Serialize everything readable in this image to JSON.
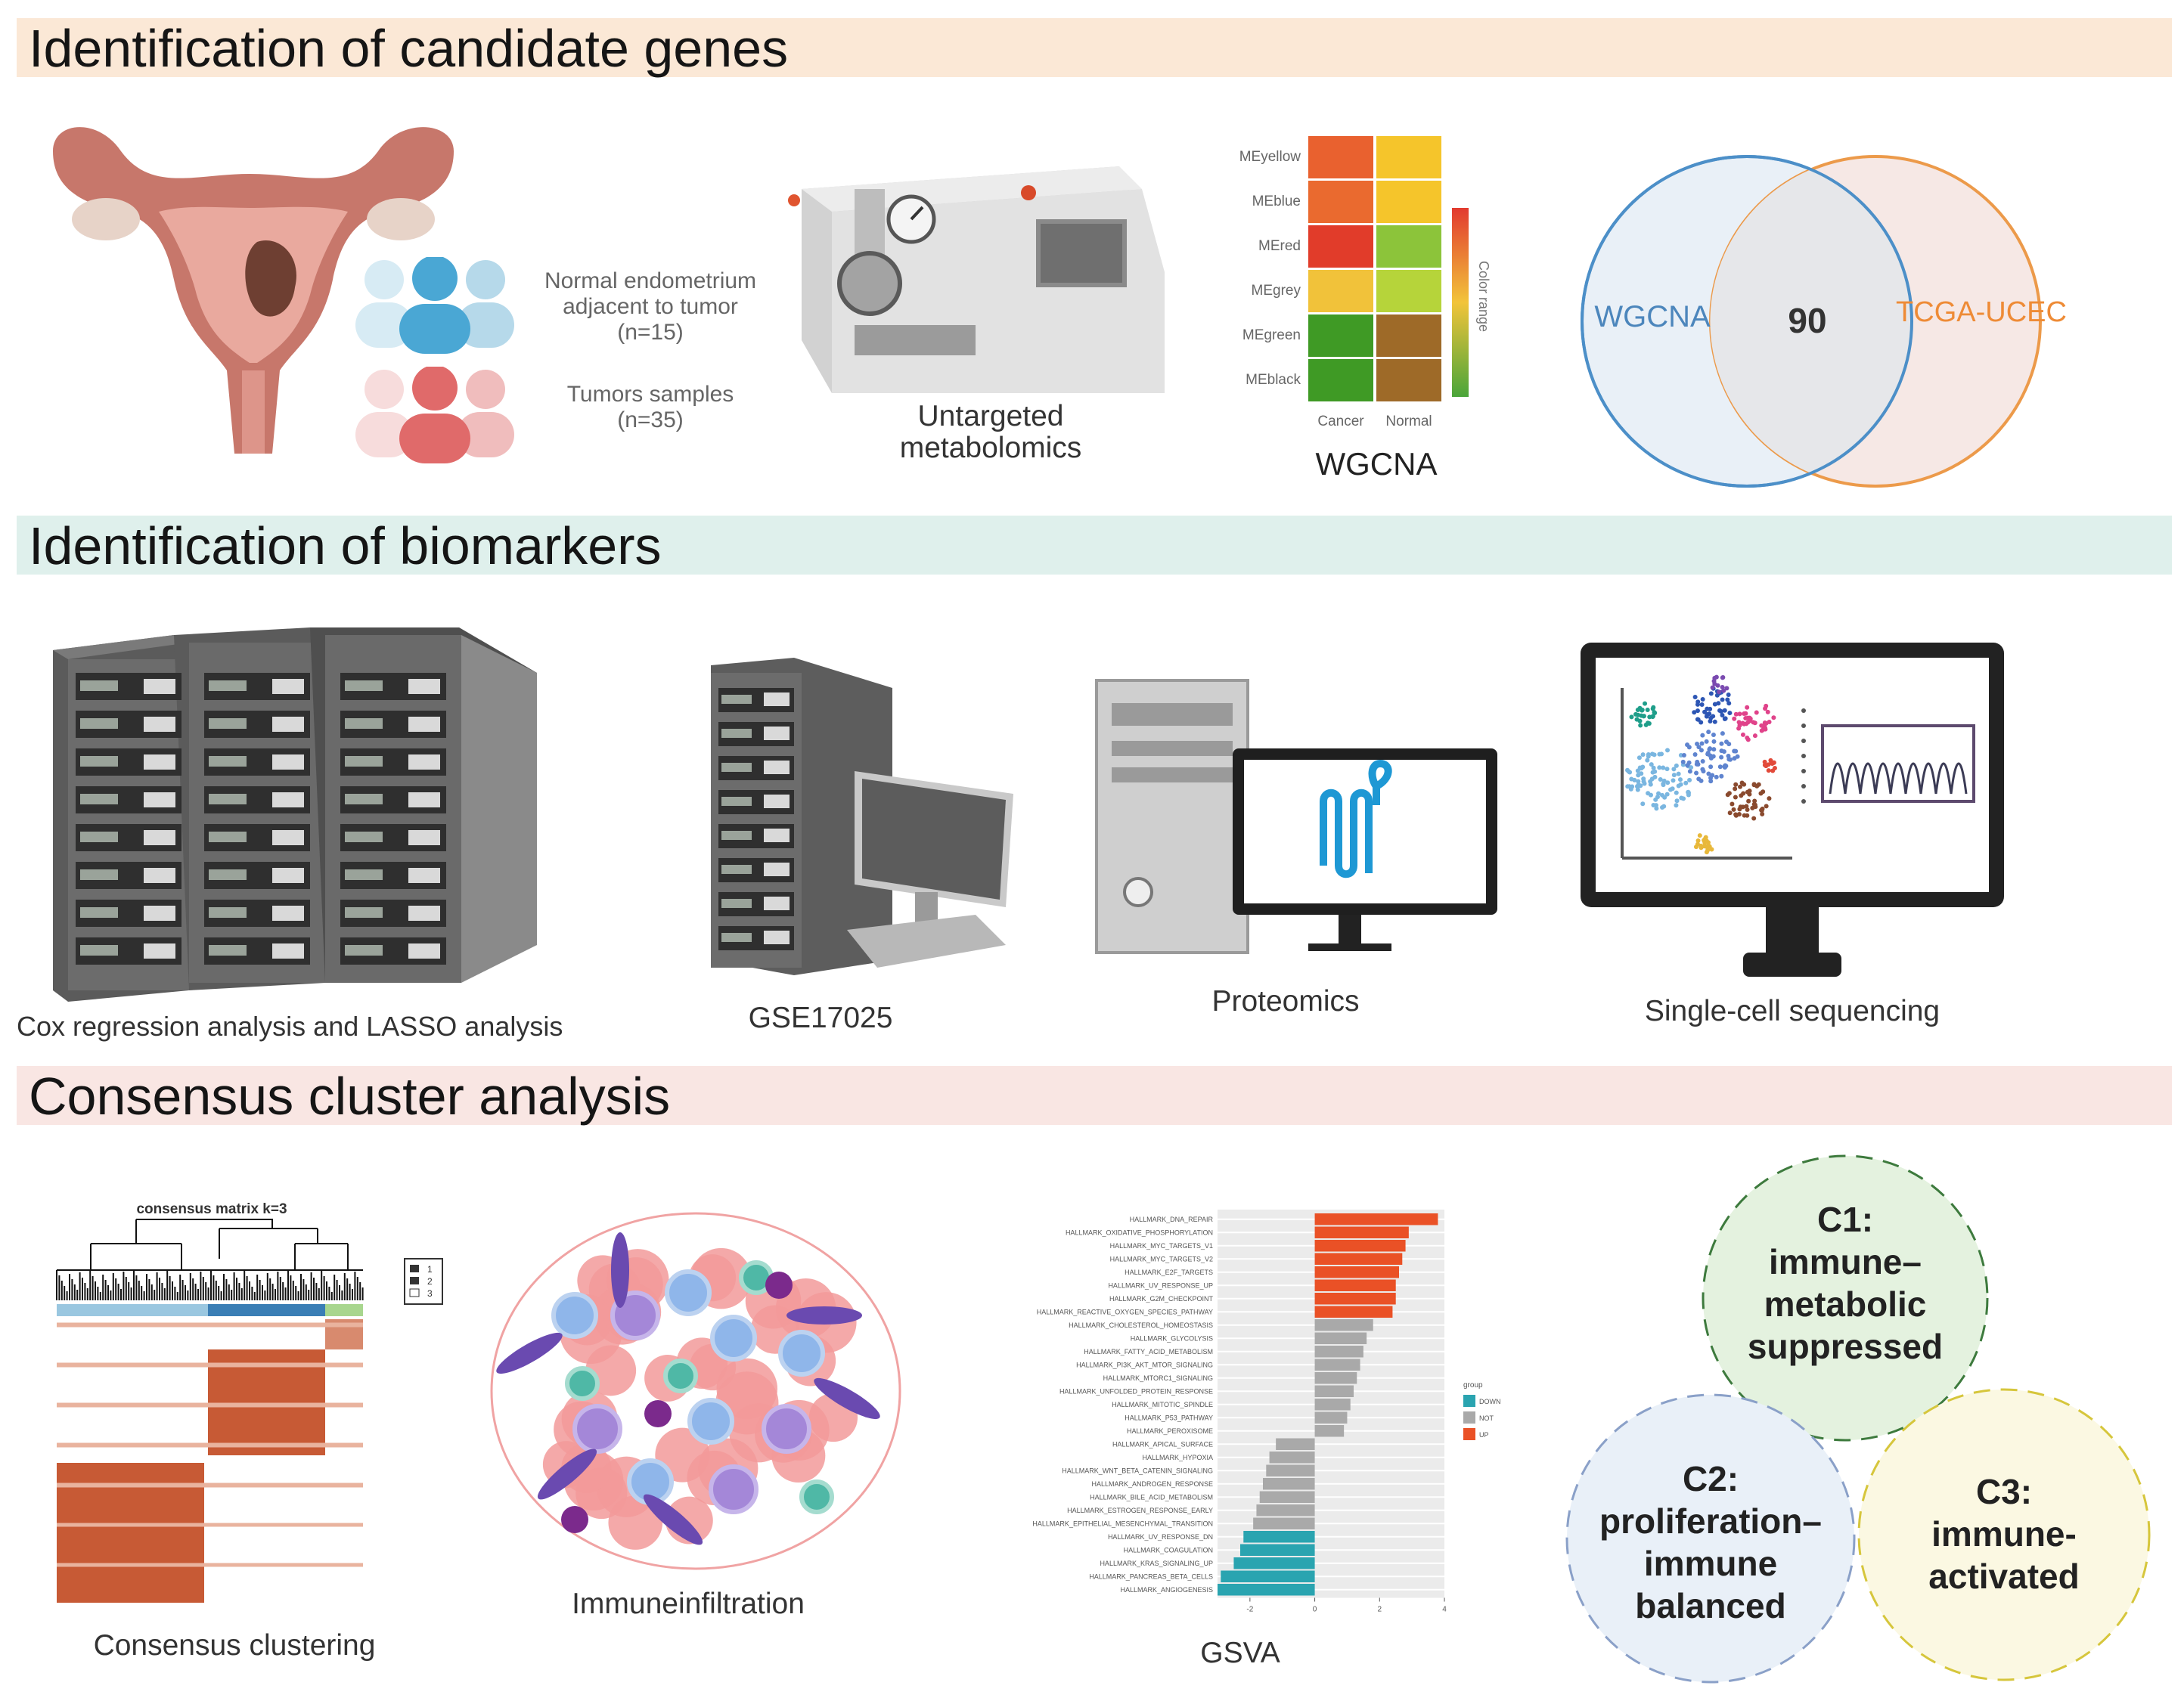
{
  "sections": [
    {
      "title": "Identification of candidate genes",
      "color": "#fbe8d6"
    },
    {
      "title": "Identification of biomarkers",
      "color": "#dff0ec"
    },
    {
      "title": "Consensus cluster analysis",
      "color": "#f9e6e3"
    }
  ],
  "candidate": {
    "normal_label": [
      "Normal endometrium",
      "adjacent to tumor",
      "(n=15)"
    ],
    "tumor_label": [
      "Tumors samples",
      "(n=35)"
    ],
    "metabolomics_label": [
      "Untargeted",
      "metabolomics"
    ],
    "wgcna_caption": "WGCNA",
    "wgcna_modules": [
      "MEyellow",
      "MEblue",
      "MEred",
      "MEgrey",
      "MEgreen",
      "MEblack"
    ],
    "wgcna_columns": [
      "Cancer",
      "Normal"
    ],
    "wgcna_scale_label": "Color range",
    "venn": {
      "left": "WGCNA",
      "right": "TCGA-UCEC",
      "overlap": "90"
    }
  },
  "biomarkers": {
    "cox_label": "Cox regression analysis and LASSO analysis",
    "geo_label": "GSE17025",
    "proteomics_label": "Proteomics",
    "singlecell_label": "Single-cell sequencing"
  },
  "consensus": {
    "clustering_label": "Consensus clustering",
    "matrix_title": "consensus matrix k=3",
    "legend_items": [
      "1",
      "2",
      "3"
    ],
    "immune_label": "Immuneinfiltration",
    "gsva_label": "GSVA",
    "gsva_legend_title": "group",
    "gsva_legend": [
      "DOWN",
      "NOT",
      "UP"
    ],
    "clusters": [
      {
        "label": "C1:\nimmune–\nmetabolic\nsuppressed",
        "color": "#e4f2df",
        "border": "#3d7a3d"
      },
      {
        "label": "C2:\nproliferation–\nimmune\nbalanced",
        "color": "#e9f0f8",
        "border": "#8aa0c8"
      },
      {
        "label": "C3:\nimmune-\nactivated",
        "color": "#fbf8e2",
        "border": "#d6c63c"
      }
    ]
  },
  "chart_data": {
    "type": "bar",
    "title": "",
    "categories": [
      "HALLMARK_DNA_REPAIR",
      "HALLMARK_OXIDATIVE_PHOSPHORYLATION",
      "HALLMARK_MYC_TARGETS_V1",
      "HALLMARK_MYC_TARGETS_V2",
      "HALLMARK_E2F_TARGETS",
      "HALLMARK_UV_RESPONSE_UP",
      "HALLMARK_G2M_CHECKPOINT",
      "HALLMARK_REACTIVE_OXYGEN_SPECIES_PATHWAY",
      "HALLMARK_CHOLESTEROL_HOMEOSTASIS",
      "HALLMARK_GLYCOLYSIS",
      "HALLMARK_FATTY_ACID_METABOLISM",
      "HALLMARK_PI3K_AKT_MTOR_SIGNALING",
      "HALLMARK_MTORC1_SIGNALING",
      "HALLMARK_UNFOLDED_PROTEIN_RESPONSE",
      "HALLMARK_MITOTIC_SPINDLE",
      "HALLMARK_P53_PATHWAY",
      "HALLMARK_PEROXISOME",
      "HALLMARK_APICAL_SURFACE",
      "HALLMARK_HYPOXIA",
      "HALLMARK_WNT_BETA_CATENIN_SIGNALING",
      "HALLMARK_ANDROGEN_RESPONSE",
      "HALLMARK_BILE_ACID_METABOLISM",
      "HALLMARK_ESTROGEN_RESPONSE_EARLY",
      "HALLMARK_EPITHELIAL_MESENCHYMAL_TRANSITION",
      "HALLMARK_UV_RESPONSE_DN",
      "HALLMARK_COAGULATION",
      "HALLMARK_KRAS_SIGNALING_UP",
      "HALLMARK_PANCREAS_BETA_CELLS",
      "HALLMARK_ANGIOGENESIS"
    ],
    "values": [
      3.8,
      2.9,
      2.8,
      2.7,
      2.6,
      2.5,
      2.5,
      2.4,
      1.8,
      1.6,
      1.5,
      1.4,
      1.3,
      1.2,
      1.1,
      1.0,
      0.9,
      -1.2,
      -1.4,
      -1.5,
      -1.6,
      -1.7,
      -1.8,
      -1.9,
      -2.2,
      -2.3,
      -2.5,
      -2.9,
      -3.0
    ],
    "groups": [
      "UP",
      "UP",
      "UP",
      "UP",
      "UP",
      "UP",
      "UP",
      "UP",
      "NOT",
      "NOT",
      "NOT",
      "NOT",
      "NOT",
      "NOT",
      "NOT",
      "NOT",
      "NOT",
      "NOT",
      "NOT",
      "NOT",
      "NOT",
      "NOT",
      "NOT",
      "NOT",
      "DOWN",
      "DOWN",
      "DOWN",
      "DOWN",
      "DOWN"
    ],
    "xlim": [
      -3,
      4
    ],
    "x_ticks": [
      "-2",
      "0",
      "2",
      "4"
    ],
    "legend_placement": "right",
    "group_colors": {
      "UP": "#ea5126",
      "NOT": "#a9a9a9",
      "DOWN": "#2aa4b0"
    }
  }
}
